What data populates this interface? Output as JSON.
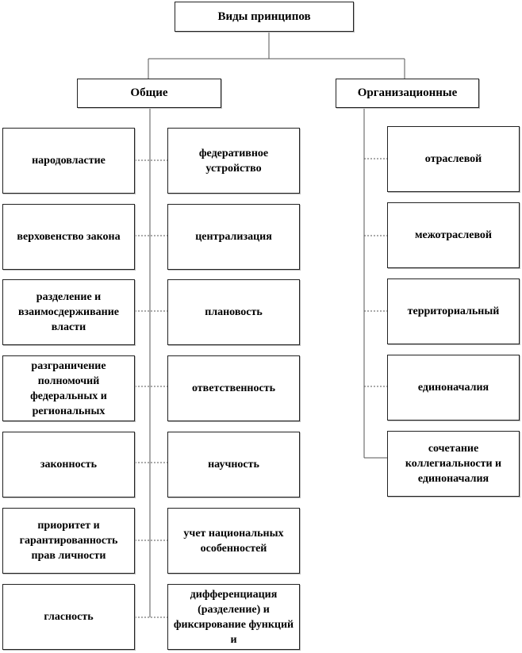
{
  "title": "Виды принципов",
  "general": {
    "heading": "Общие",
    "left_items": [
      "народовластие",
      "верховенство  закона",
      "разделение  и взаимосдерживание власти",
      "разграничение полномочий федеральных  и региональных",
      "законность",
      "приоритет  и гарантированность прав  личности",
      "гласность"
    ],
    "right_items": [
      "федеративное устройство",
      "централизация",
      "плановость",
      "ответственность",
      "научность",
      "учет национальных особенностей",
      "дифференциация (разделение) и фиксирование функций  и"
    ]
  },
  "organizational": {
    "heading": "Организационные",
    "items": [
      "отраслевой",
      "межотраслевой",
      "территориальный",
      "единоначалия",
      "сочетание коллегиальности  и единоначалия"
    ]
  }
}
